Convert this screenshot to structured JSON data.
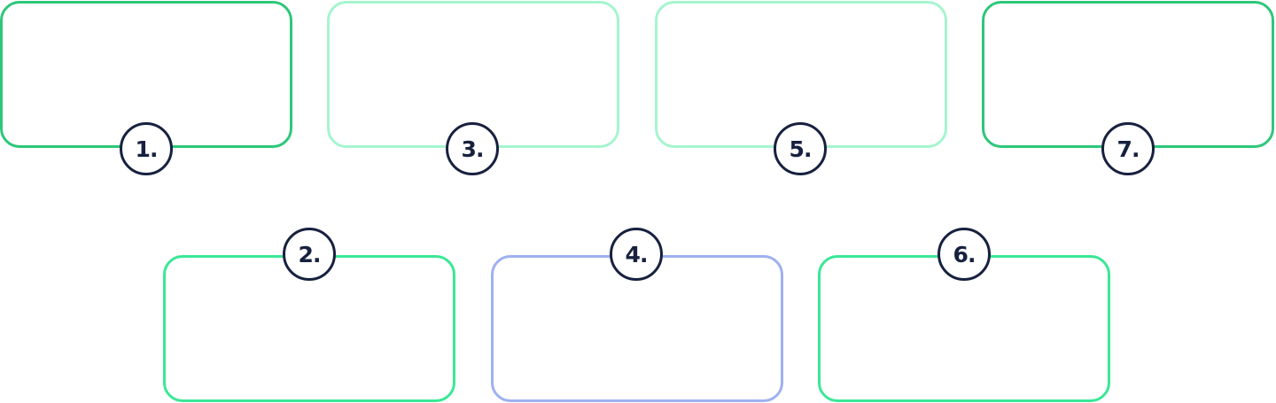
{
  "steps": [
    {
      "label": "1.",
      "color": "#2ec77a",
      "row": "top"
    },
    {
      "label": "2.",
      "color": "#3ae896",
      "row": "bottom"
    },
    {
      "label": "3.",
      "color": "#a5f5cf",
      "row": "top"
    },
    {
      "label": "4.",
      "color": "#9eb1ee",
      "row": "bottom"
    },
    {
      "label": "5.",
      "color": "#a5f5cf",
      "row": "top"
    },
    {
      "label": "6.",
      "color": "#3ae896",
      "row": "bottom"
    },
    {
      "label": "7.",
      "color": "#2ec77a",
      "row": "top"
    }
  ],
  "badge_color": "#17213f"
}
